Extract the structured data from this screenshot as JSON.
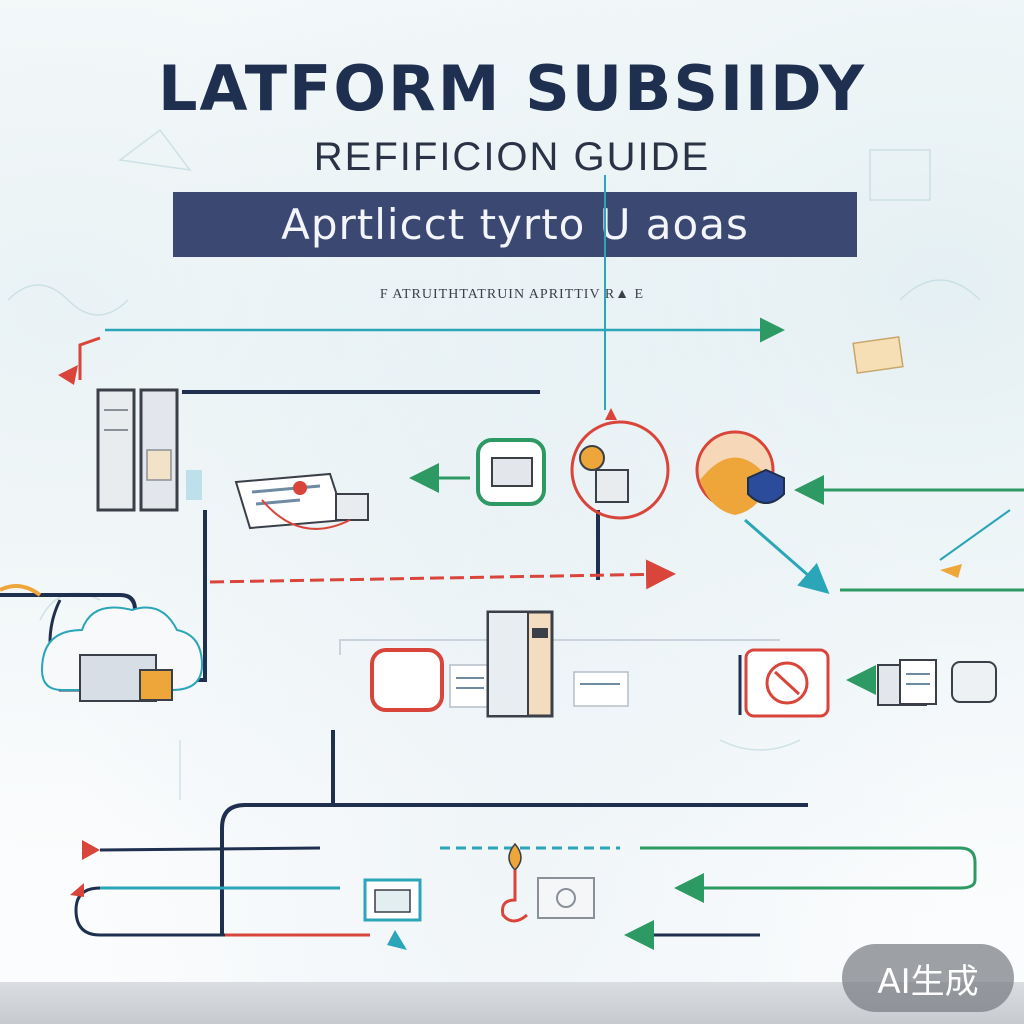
{
  "header": {
    "title": "LATFORM SUBSIIDY",
    "subtitle": "REFIFICION GUIDE",
    "banner": "Aprtlicct tyrto  U aoas",
    "caption": "F ATRUITHTATRUIN APRITTIV R▲ E"
  },
  "badge": {
    "label": "AI生成"
  },
  "colors": {
    "navy": "#1f2f4f",
    "banner": "#3a4872",
    "red": "#d9453a",
    "teal": "#2aa6b8",
    "green": "#2e9a63",
    "orange": "#eea63a"
  },
  "icons": [
    "server-cabinet-icon",
    "document-icon",
    "monitor-icon",
    "gear-icon",
    "user-avatar-icon",
    "shield-icon",
    "cloud-devices-icon",
    "server-icon",
    "target-icon",
    "devices-icon",
    "device-screen-icon",
    "map-pin-icon",
    "photo-icon"
  ]
}
